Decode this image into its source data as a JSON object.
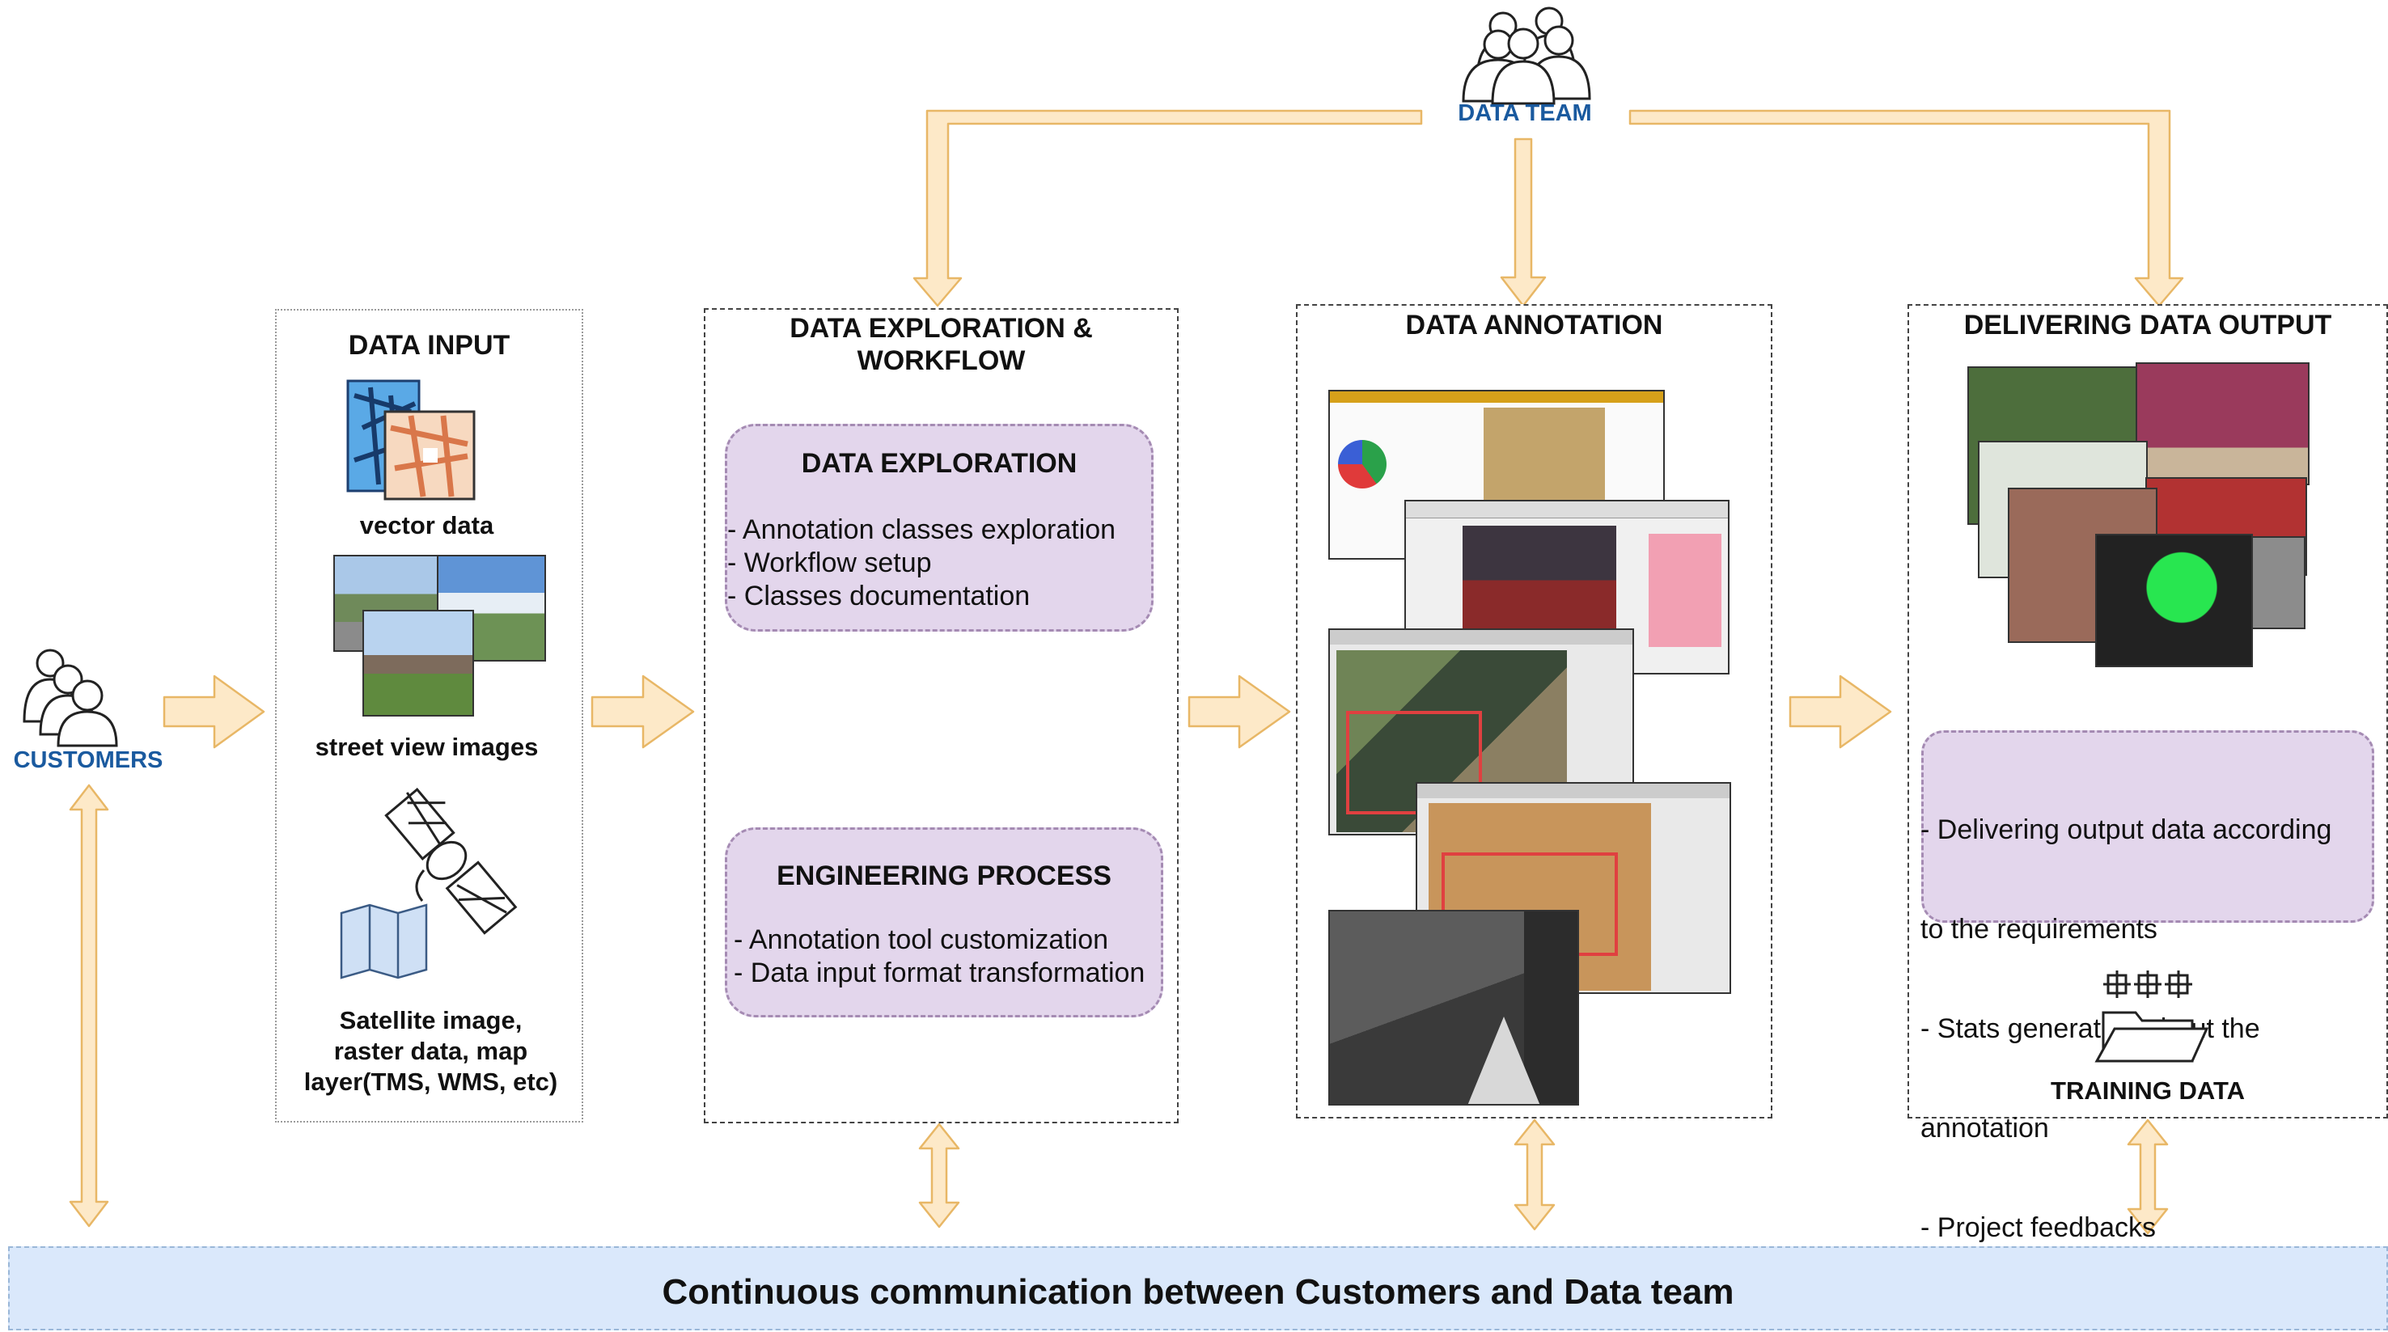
{
  "actors": {
    "data_team": "DATA TEAM",
    "customers": "CUSTOMERS"
  },
  "stages": {
    "data_input": {
      "title": "DATA INPUT",
      "vector_caption": "vector data",
      "street_caption": "street view images",
      "satellite_caption_lines": [
        "Satellite image,",
        "raster data, map",
        "layer(TMS, WMS, etc)"
      ]
    },
    "exploration": {
      "title_lines": [
        "DATA EXPLORATION &",
        "WORKFLOW"
      ],
      "data_exploration": {
        "title": "DATA EXPLORATION",
        "items": [
          "- Annotation classes exploration",
          "- Workflow setup",
          "- Classes documentation"
        ]
      },
      "engineering": {
        "title": "ENGINEERING PROCESS",
        "items": [
          "- Annotation tool customization",
          "- Data input format transformation"
        ]
      }
    },
    "annotation": {
      "title": "DATA ANNOTATION"
    },
    "output": {
      "title": "DELIVERING DATA OUTPUT",
      "items": [
        "- Delivering output data according",
        "  to the requirements",
        "- Stats generation about the",
        "   annotation",
        "- Project feedbacks"
      ],
      "training_caption": "TRAINING DATA"
    }
  },
  "footer": "Continuous communication between Customers and Data team",
  "colors": {
    "arrow_fill": "#fde9c8",
    "arrow_stroke": "#e8b766",
    "pill_fill": "#e3d6ec",
    "pill_border": "#a58bb3",
    "footer_fill": "#dae8fb",
    "actor_label": "#1a5a9f"
  }
}
